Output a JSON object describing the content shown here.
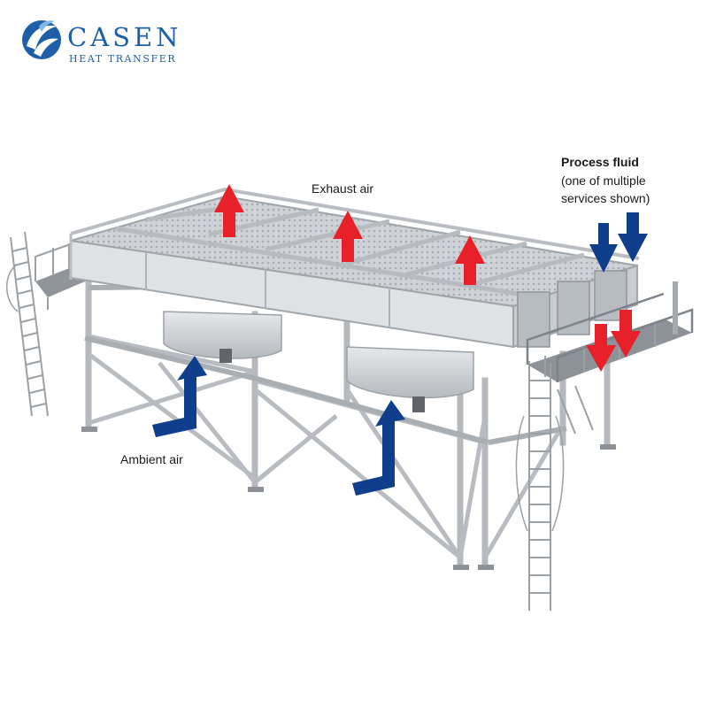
{
  "brand": {
    "name": "CASEN",
    "tagline": "HEAT TRANSFER",
    "color": "#1e5fa8"
  },
  "labels": {
    "exhaust_air": "Exhaust air",
    "ambient_air": "Ambient air",
    "process_fluid": "Process fluid",
    "process_fluid_note_1": "(one of multiple",
    "process_fluid_note_2": "services shown)"
  },
  "colors": {
    "exhaust_arrow": "#e8202a",
    "ambient_arrow": "#0f3e8c",
    "process_in_arrow": "#0f3e8c",
    "process_out_arrow": "#e8202a",
    "frame": "#b8bcc1",
    "panel": "#d9dcdf"
  }
}
